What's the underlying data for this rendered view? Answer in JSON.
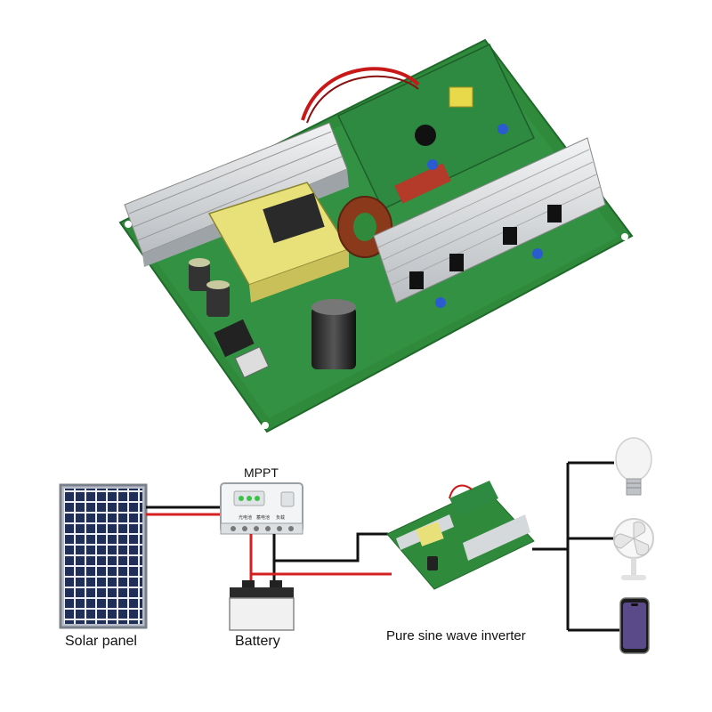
{
  "diagram": {
    "labels": {
      "solar_panel": "Solar panel",
      "mppt": "MPPT",
      "battery": "Battery",
      "inverter": "Pure sine wave inverter"
    },
    "controller_ports": [
      "光电池",
      "蓄电池",
      "负载"
    ],
    "loads": [
      "bulb-icon",
      "fan-icon",
      "phone-icon"
    ],
    "colors": {
      "pcb_green": "#2f8a3c",
      "heatsink": "#d6d9dc",
      "transformer": "#e8e17a",
      "positive_wire": "#d42020",
      "negative_wire": "#111111",
      "solar_cell": "#1f2f5a"
    }
  }
}
